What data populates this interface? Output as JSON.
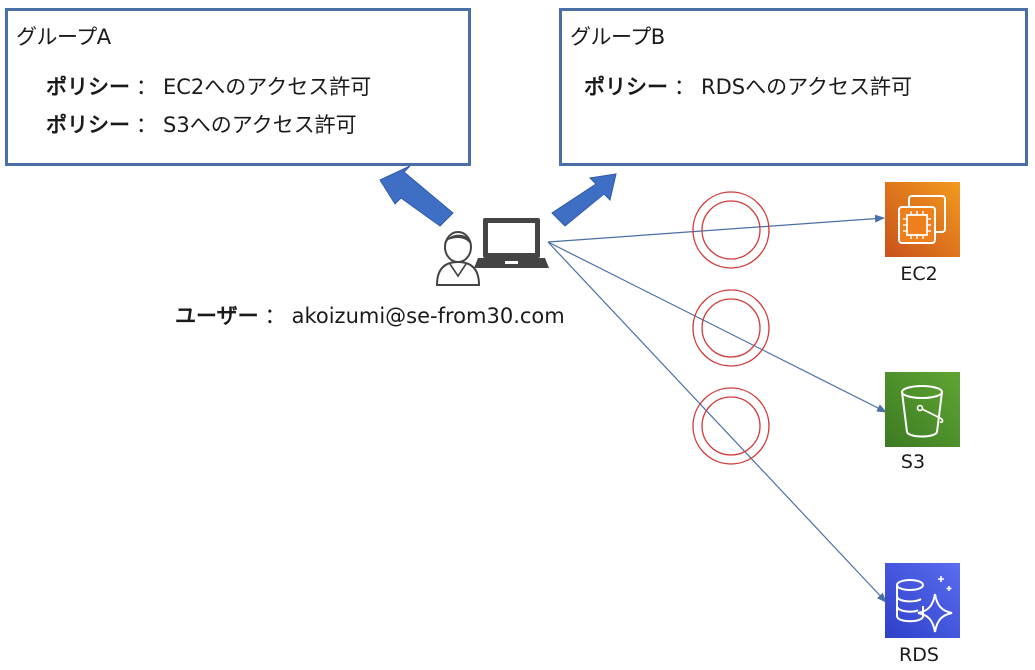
{
  "groups": [
    {
      "title": "グループA",
      "policies": [
        {
          "key": "ポリシー",
          "separator": "：",
          "value": "EC2へのアクセス許可"
        },
        {
          "key": "ポリシー",
          "separator": "：",
          "value": "S3へのアクセス許可"
        }
      ]
    },
    {
      "title": "グループB",
      "policies": [
        {
          "key": "ポリシー",
          "separator": "：",
          "value": "RDSへのアクセス許可"
        }
      ]
    }
  ],
  "user": {
    "key": "ユーザー",
    "separator": "：",
    "value": "akoizumi@se-from30.com",
    "icons": [
      "user-person-icon",
      "laptop-icon"
    ]
  },
  "services": [
    {
      "name": "EC2",
      "icon": "ec2-chip-icon",
      "color": "#e8741a",
      "access_mark": "double-circle (allowed)"
    },
    {
      "name": "S3",
      "icon": "s3-bucket-icon",
      "color": "#4b8f29",
      "access_mark": "double-circle (allowed)"
    },
    {
      "name": "RDS",
      "icon": "rds-database-icon",
      "color": "#3b4fd8",
      "access_mark": "double-circle (allowed)"
    }
  ],
  "colors": {
    "box_border": "#4a6fa5",
    "arrow_fill": "#3f6fc4",
    "line": "#4a6fa5",
    "allow_mark": "#d03a3a"
  }
}
